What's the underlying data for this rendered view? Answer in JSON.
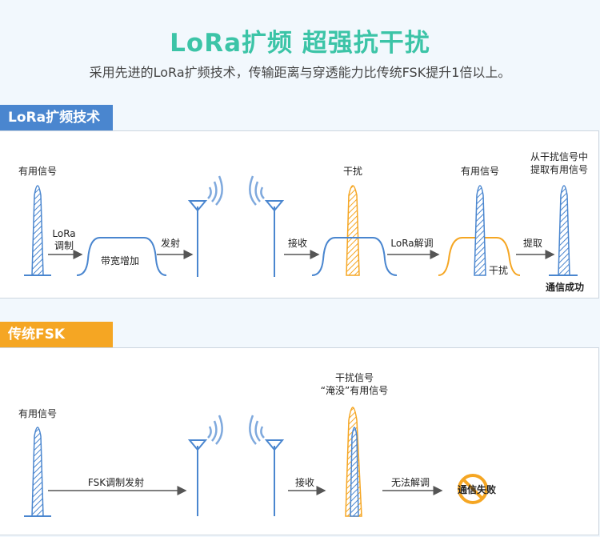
{
  "header": {
    "title": "LoRa扩频 超强抗干扰",
    "subtitle": "采用先进的LoRa扩频技术，传输距离与穿透能力比传统FSK提升1倍以上。"
  },
  "lora_section": {
    "label": "LoRa扩频技术",
    "useful_signal": "有用信号",
    "modulate_line1": "LoRa",
    "modulate_line2": "调制",
    "bandwidth_increase": "带宽增加",
    "transmit": "发射",
    "interference": "干扰",
    "receive": "接收",
    "demodulate": "LoRa解调",
    "useful_signal_after": "有用信号",
    "interference_after": "干扰",
    "extract": "提取",
    "extract_note_line1": "从干扰信号中",
    "extract_note_line2": "提取有用信号",
    "success": "通信成功"
  },
  "fsk_section": {
    "label": "传统FSK",
    "useful_signal": "有用信号",
    "modulate_transmit": "FSK调制发射",
    "receive": "接收",
    "interference_line1": "干扰信号",
    "interference_line2": "“淹没”有用信号",
    "demodulate_fail": "无法解调",
    "failure": "通信失败"
  },
  "colors": {
    "title": "#3cc4a7",
    "blue": "#4a86cf",
    "orange": "#f5a623",
    "arrow": "#555555",
    "failure_icon": "#f5a623"
  },
  "icons": {
    "antenna": "antenna-icon",
    "wireless": "wireless-waves-icon",
    "prohibited": "prohibited-icon"
  }
}
